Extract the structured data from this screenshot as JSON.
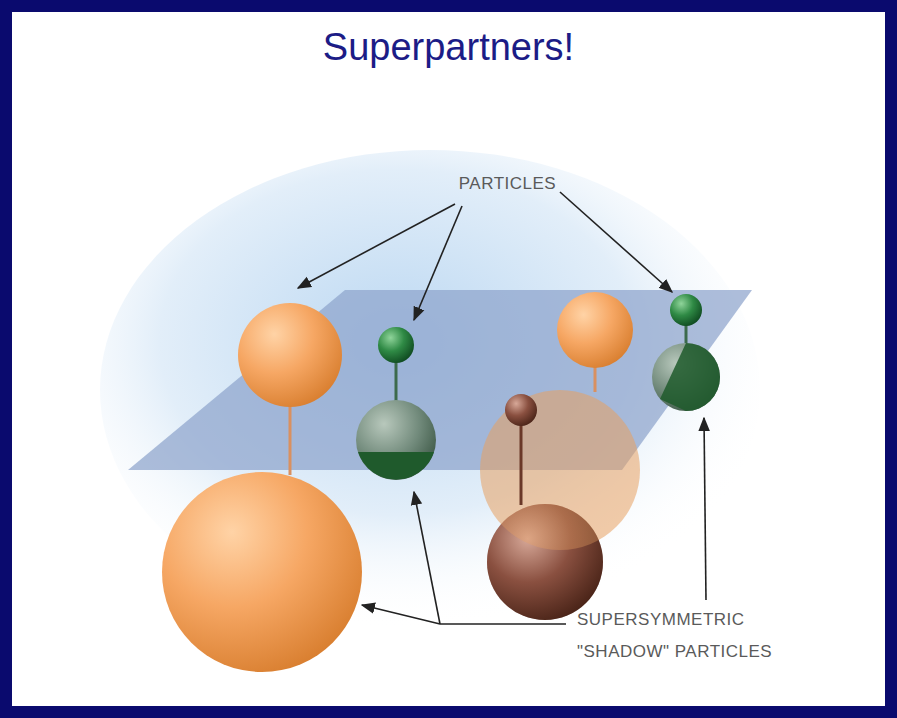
{
  "diagram": {
    "title": "Superpartners!",
    "labels": [
      "PARTICLES",
      "SUPERSYMMETRIC \"SHADOW\" PARTICLES"
    ]
  }
}
